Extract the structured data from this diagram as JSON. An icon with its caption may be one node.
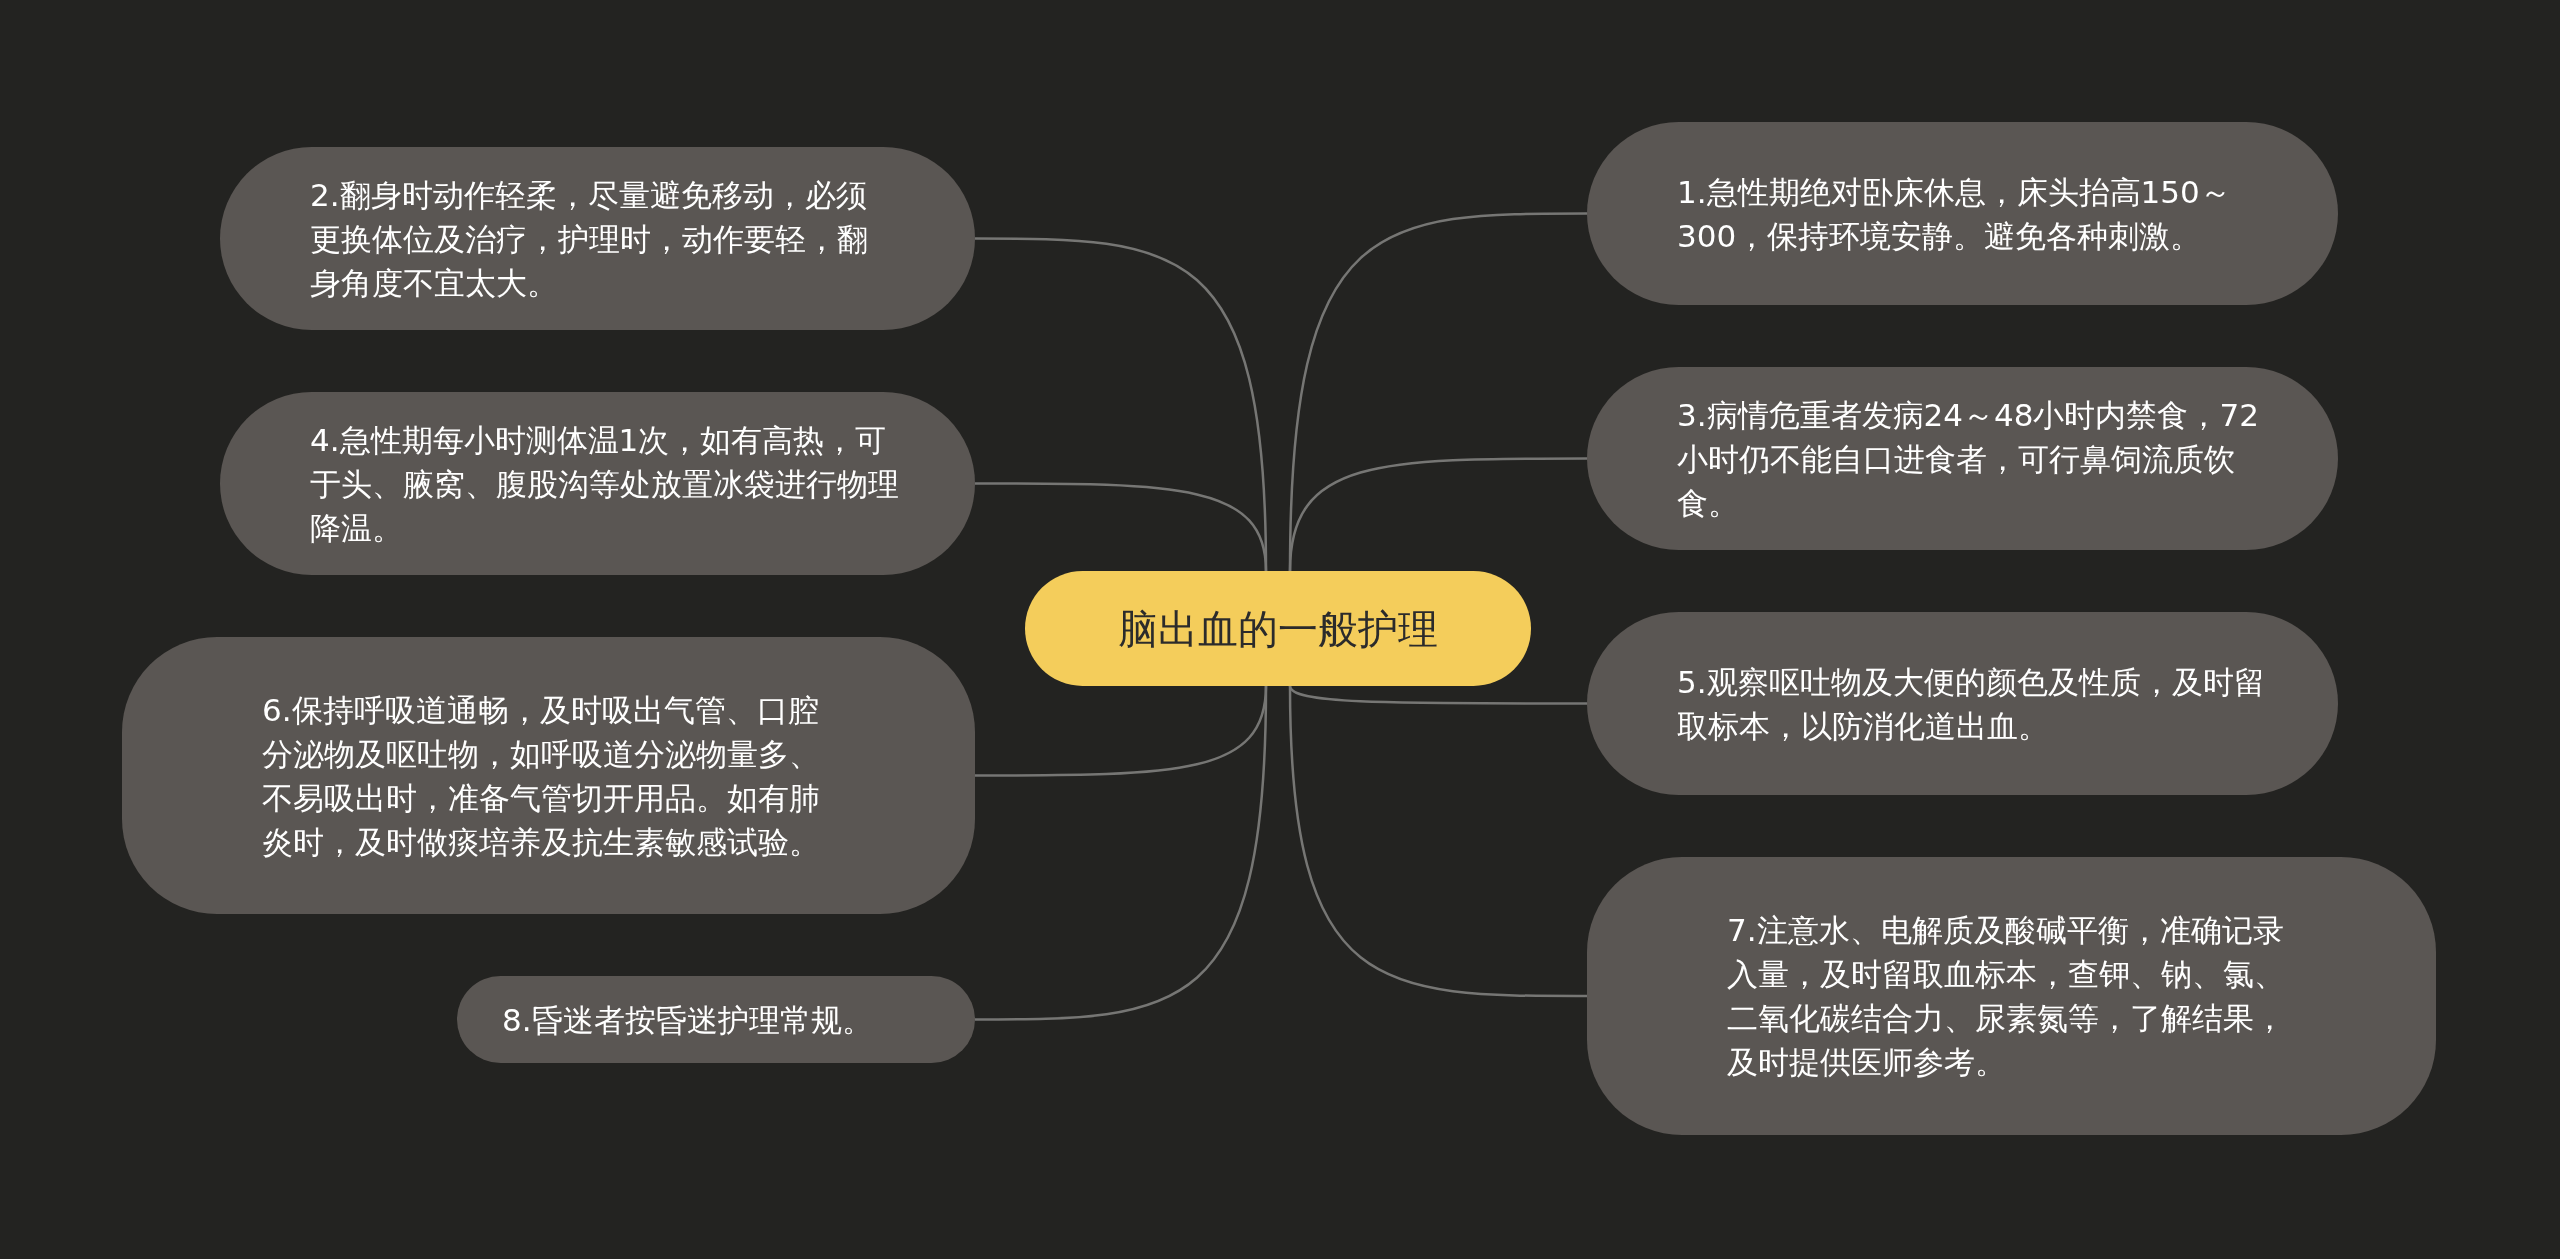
{
  "diagram": {
    "nodes": [
      {
        "text": [
          "脑出血的一般护理"
        ]
      },
      {
        "text": [
          "1.急性期绝对卧床休息，床头抬高150～300，保持环境安静。避免各种刺激。"
        ]
      },
      {
        "text": [
          "2.翻身时动作轻柔，尽量避免移动，必须更换体位及治疗，护理时，动作要轻，翻身角度不宜太大。"
        ]
      },
      {
        "text": [
          "3.病情危重者发病24～48小时内禁食，72小时仍不能自口进食者，可行鼻饲流质饮食。"
        ]
      },
      {
        "text": [
          "4.急性期每小时测体温1次，如有高热，可于头、腋窝、腹股沟等处放置冰袋进行物理降温。"
        ]
      },
      {
        "text": [
          "5.观察呕吐物及大便的颜色及性质，及时留取标本，以防消化道出血。"
        ]
      },
      {
        "text": [
          "6.保持呼吸道通畅，及时吸出气管、口腔分泌物及呕吐物，如呼吸道分泌物量多、不易吸出时，准备气管切开用品。如有肺炎时，及时做痰培养及抗生素敏感试验。"
        ]
      },
      {
        "text": [
          "7.注意水、电解质及酸碱平衡，准确记录入量，及时留取血标本，查钾、钠、氯、二氧化碳结合力、尿素氮等，了解结果，及时提供医师参考。"
        ]
      },
      {
        "text": [
          "8.昏迷者按昏迷护理常规。"
        ]
      }
    ],
    "edges": [
      {
        "from": 0,
        "to": 1,
        "arrow": "none"
      },
      {
        "from": 0,
        "to": 2,
        "arrow": "none"
      },
      {
        "from": 0,
        "to": 3,
        "arrow": "none"
      },
      {
        "from": 0,
        "to": 4,
        "arrow": "none"
      },
      {
        "from": 0,
        "to": 5,
        "arrow": "none"
      },
      {
        "from": 0,
        "to": 6,
        "arrow": "none"
      },
      {
        "from": 0,
        "to": 7,
        "arrow": "none"
      },
      {
        "from": 0,
        "to": 8,
        "arrow": "none"
      }
    ]
  }
}
